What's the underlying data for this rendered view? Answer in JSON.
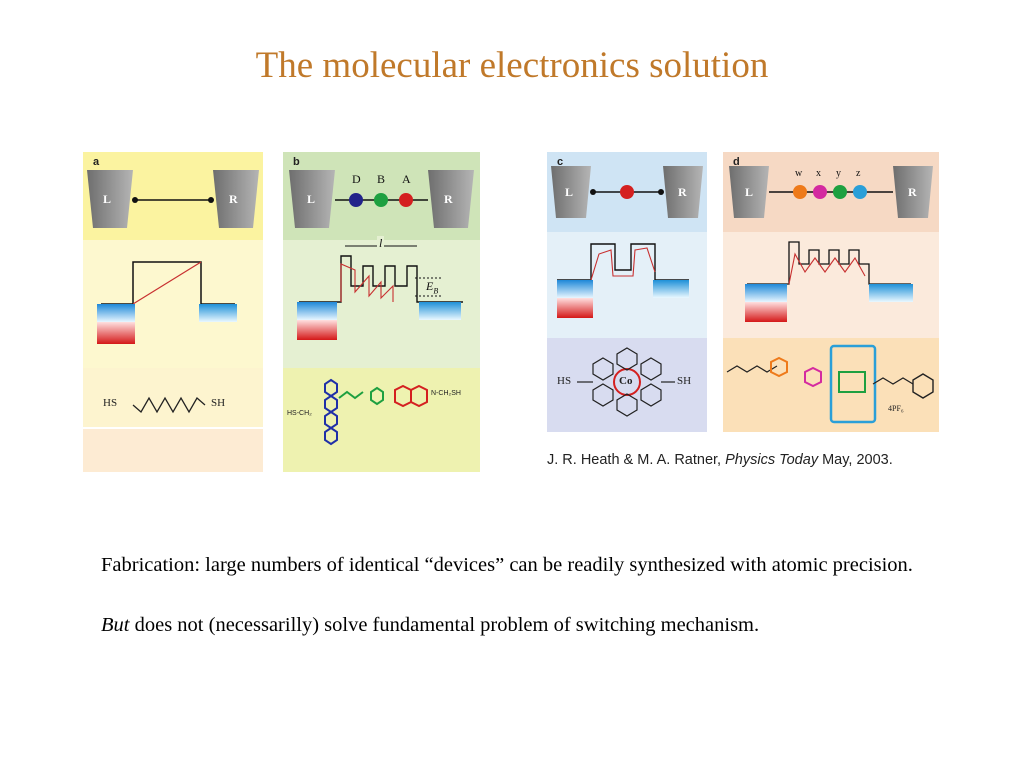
{
  "title": "The molecular electronics solution",
  "panels": [
    {
      "id": "a",
      "label": "a",
      "electrodes": [
        "L",
        "R"
      ]
    },
    {
      "id": "b",
      "label": "b",
      "electrodes": [
        "L",
        "R"
      ],
      "units": [
        "D",
        "B",
        "A"
      ],
      "length_label": "l",
      "barrier_label": "E",
      "barrier_sub": "B",
      "chem_left": "HS-CH₂",
      "chem_right": "N-CH₂SH"
    },
    {
      "id": "c",
      "label": "c",
      "electrodes": [
        "L",
        "R"
      ],
      "chem_center": "Co",
      "chem_left": "HS",
      "chem_right": "SH"
    },
    {
      "id": "d",
      "label": "d",
      "electrodes": [
        "L",
        "R"
      ],
      "units": [
        "w",
        "x",
        "y",
        "z"
      ],
      "counterion": "4PF₆"
    }
  ],
  "panel_a_chem": {
    "left": "HS",
    "right": "SH"
  },
  "colors": {
    "title": "#c0792a",
    "red": "#d42020",
    "blue": "#2a9fd8",
    "electrode": "#888888"
  },
  "credit": {
    "authors": "J. R. Heath & M. A. Ratner, ",
    "journal": "Physics Today",
    "date": " May, 2003."
  },
  "body": {
    "line1": "Fabrication: large numbers of identical “devices” can be readily synthesized with atomic precision.",
    "line2_em": "But",
    "line2_rest": " does not (necessarilly) solve fundamental problem of switching mechanism."
  }
}
